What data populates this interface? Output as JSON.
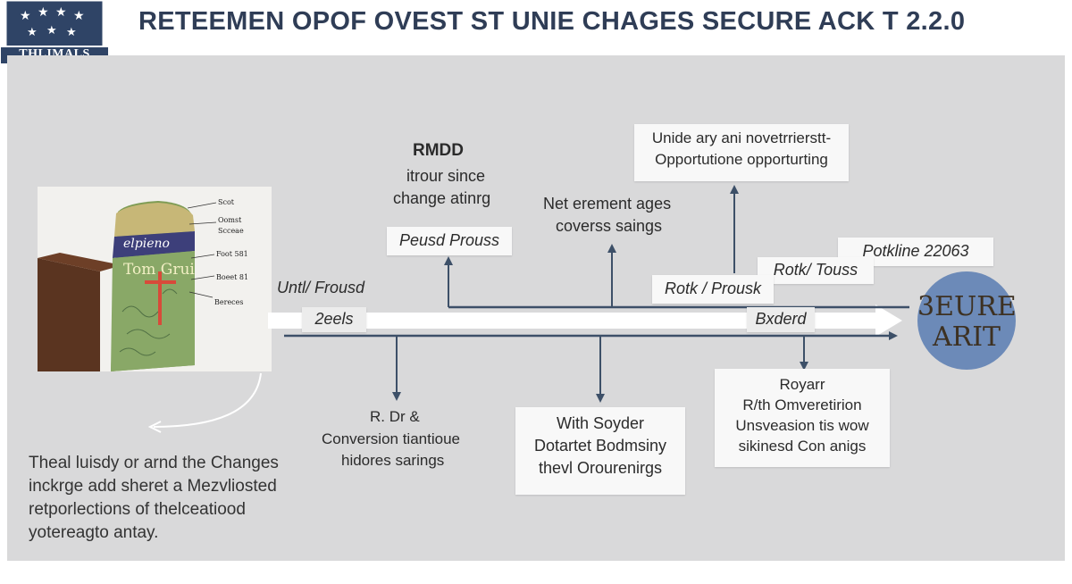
{
  "header": {
    "title": "RETEEMEN OPOF OVEST ST UNIE CHAGES SECURE ACK T 2.2.0",
    "badge_text": "THLIMALS"
  },
  "photo": {
    "brand_top": "elpieno",
    "brand_bottom": "Tom Grui",
    "callouts": [
      "Scot",
      "Oomst",
      "Scceae",
      "Foot 581",
      "Boeet 81",
      "Bereces"
    ]
  },
  "diagram": {
    "rmdd_heading": "RMDD",
    "rmdd_lines": [
      "itrour since",
      "change atinrg"
    ],
    "peusd_box": "Peusd Prouss",
    "net_lines": [
      "Net erement ages",
      "coverss saings"
    ],
    "top_right_box": [
      "Unide ary ani novetrrierstt-",
      "Opportutione opporturting"
    ],
    "potkline_box": "Potkline 22063",
    "rotk_touss_box": "Rotk/ Touss",
    "rotk_prousk_box": "Rotk / Prousk",
    "until_frousd": "Untl/ Frousd",
    "zeels_label": "2eels",
    "bxderd_label": "Bxderd",
    "rdr_lines": [
      "R. Dr &",
      "Conversion tiantioue",
      "hidores sarings"
    ],
    "middle_box": [
      "With Soyder",
      "Dotartet Bodmsiny",
      "thevl Orourenirgs"
    ],
    "right_box": [
      "Royarr",
      "R/th Omveretirion",
      "Unsveasion tis wow",
      "sikinesd Con anigs"
    ],
    "seal_lines": [
      "3EURE",
      "ARIT"
    ]
  },
  "description": [
    "Theal luisdy or arnd the Changes",
    "inckrge add sheret a Mezvliosted",
    "retporlections of thelceatiood",
    "yotereagto antay."
  ],
  "colors": {
    "title": "#2f3d56",
    "panel": "#d9d9da",
    "arrow": "#3d5068",
    "badge": "#2f4466",
    "seal": "#6c8ab8"
  }
}
